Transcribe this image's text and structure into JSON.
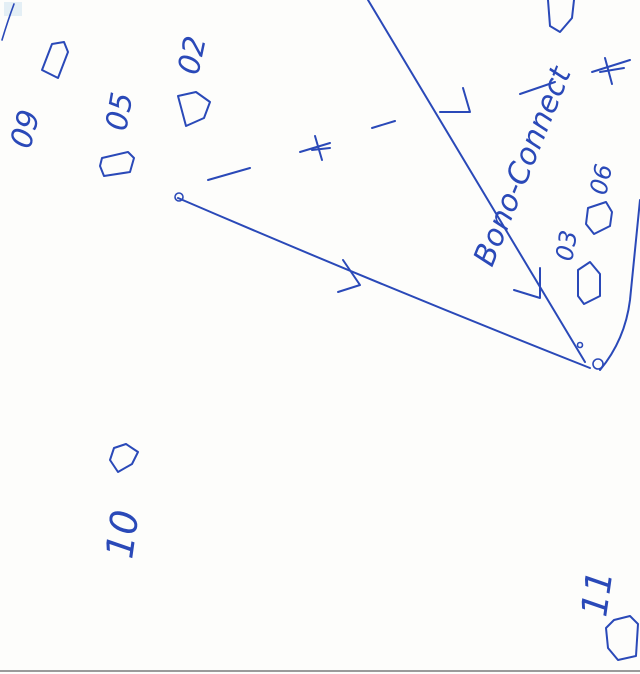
{
  "diagram": {
    "ink_color": "#2a49b8",
    "paper_color": "#fdfdfb",
    "main_label": "Bono-Connect",
    "site_labels": [
      "09",
      "05",
      "02",
      "03",
      "06",
      "10",
      "11"
    ]
  }
}
